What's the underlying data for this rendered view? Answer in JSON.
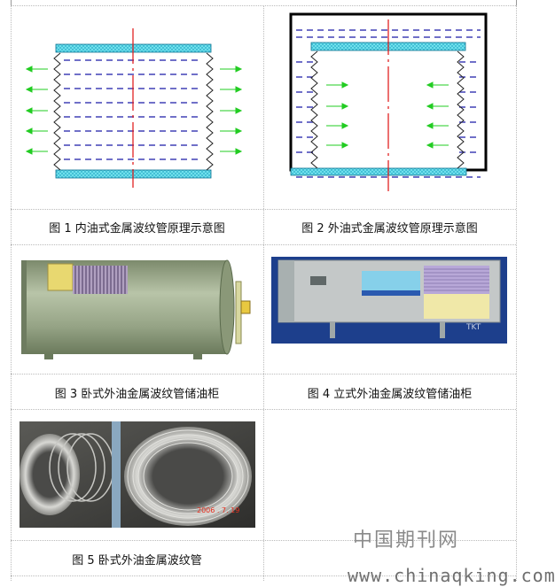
{
  "captions": {
    "fig1": "图 1 内油式金属波纹管原理示意图",
    "fig2": "图 2 外油式金属波纹管原理示意图",
    "fig3": "图 3 卧式外油金属波纹管储油柜",
    "fig4": "图 4 立式外油金属波纹管储油柜",
    "fig5": "图 5 卧式外油金属波纹管"
  },
  "photo_date_stamp": "2006 . 7. 19",
  "watermark": {
    "cn": "中国期刊网",
    "url": "www.chinaqking.com"
  },
  "colors": {
    "dash_blue": "#1a1aa8",
    "arrow_green": "#22cc22",
    "axis_red": "#e01010",
    "flange_cyan": "#5fd8e6",
    "tank_green": "#9aa98a",
    "cabinet_bg": "#1d3f8c"
  }
}
